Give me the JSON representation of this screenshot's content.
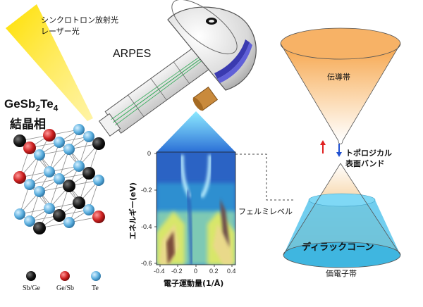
{
  "light_source": {
    "line1": "シンクロトロン放射光",
    "line2": "レーザー光"
  },
  "instrument": {
    "label": "ARPES"
  },
  "material": {
    "formula_parts": [
      "GeSb",
      "2",
      "Te",
      "4"
    ],
    "phase": "結晶相"
  },
  "legend": [
    {
      "label": "Sb/Ge",
      "color": "#111111"
    },
    {
      "label": "Ge/Sb",
      "color": "#cc1f1f"
    },
    {
      "label": "Te",
      "color": "#5aaede"
    }
  ],
  "plot": {
    "x_ticks": [
      "-0.4",
      "-0.2",
      "0",
      "0.2",
      "0.4"
    ],
    "y_ticks": [
      "0",
      "-0.2",
      "-0.4",
      "-0.6"
    ],
    "x_label": "電子運動量(1/Å)",
    "y_label": "エネルギー(eV)"
  },
  "labels": {
    "fermi_level": "フェルミレベル",
    "conduction_band": "伝導帯",
    "topological_line1": "トポロジカル",
    "topological_line2": "表面バンド",
    "dirac_cone": "ディラックコーン",
    "valence_band": "価電子帯"
  },
  "colors": {
    "cone": "#f0a040",
    "valence": "#3fb6e0",
    "atom_te": "#5aaede",
    "atom_sb": "#111111",
    "atom_ge": "#cc1f1f"
  }
}
